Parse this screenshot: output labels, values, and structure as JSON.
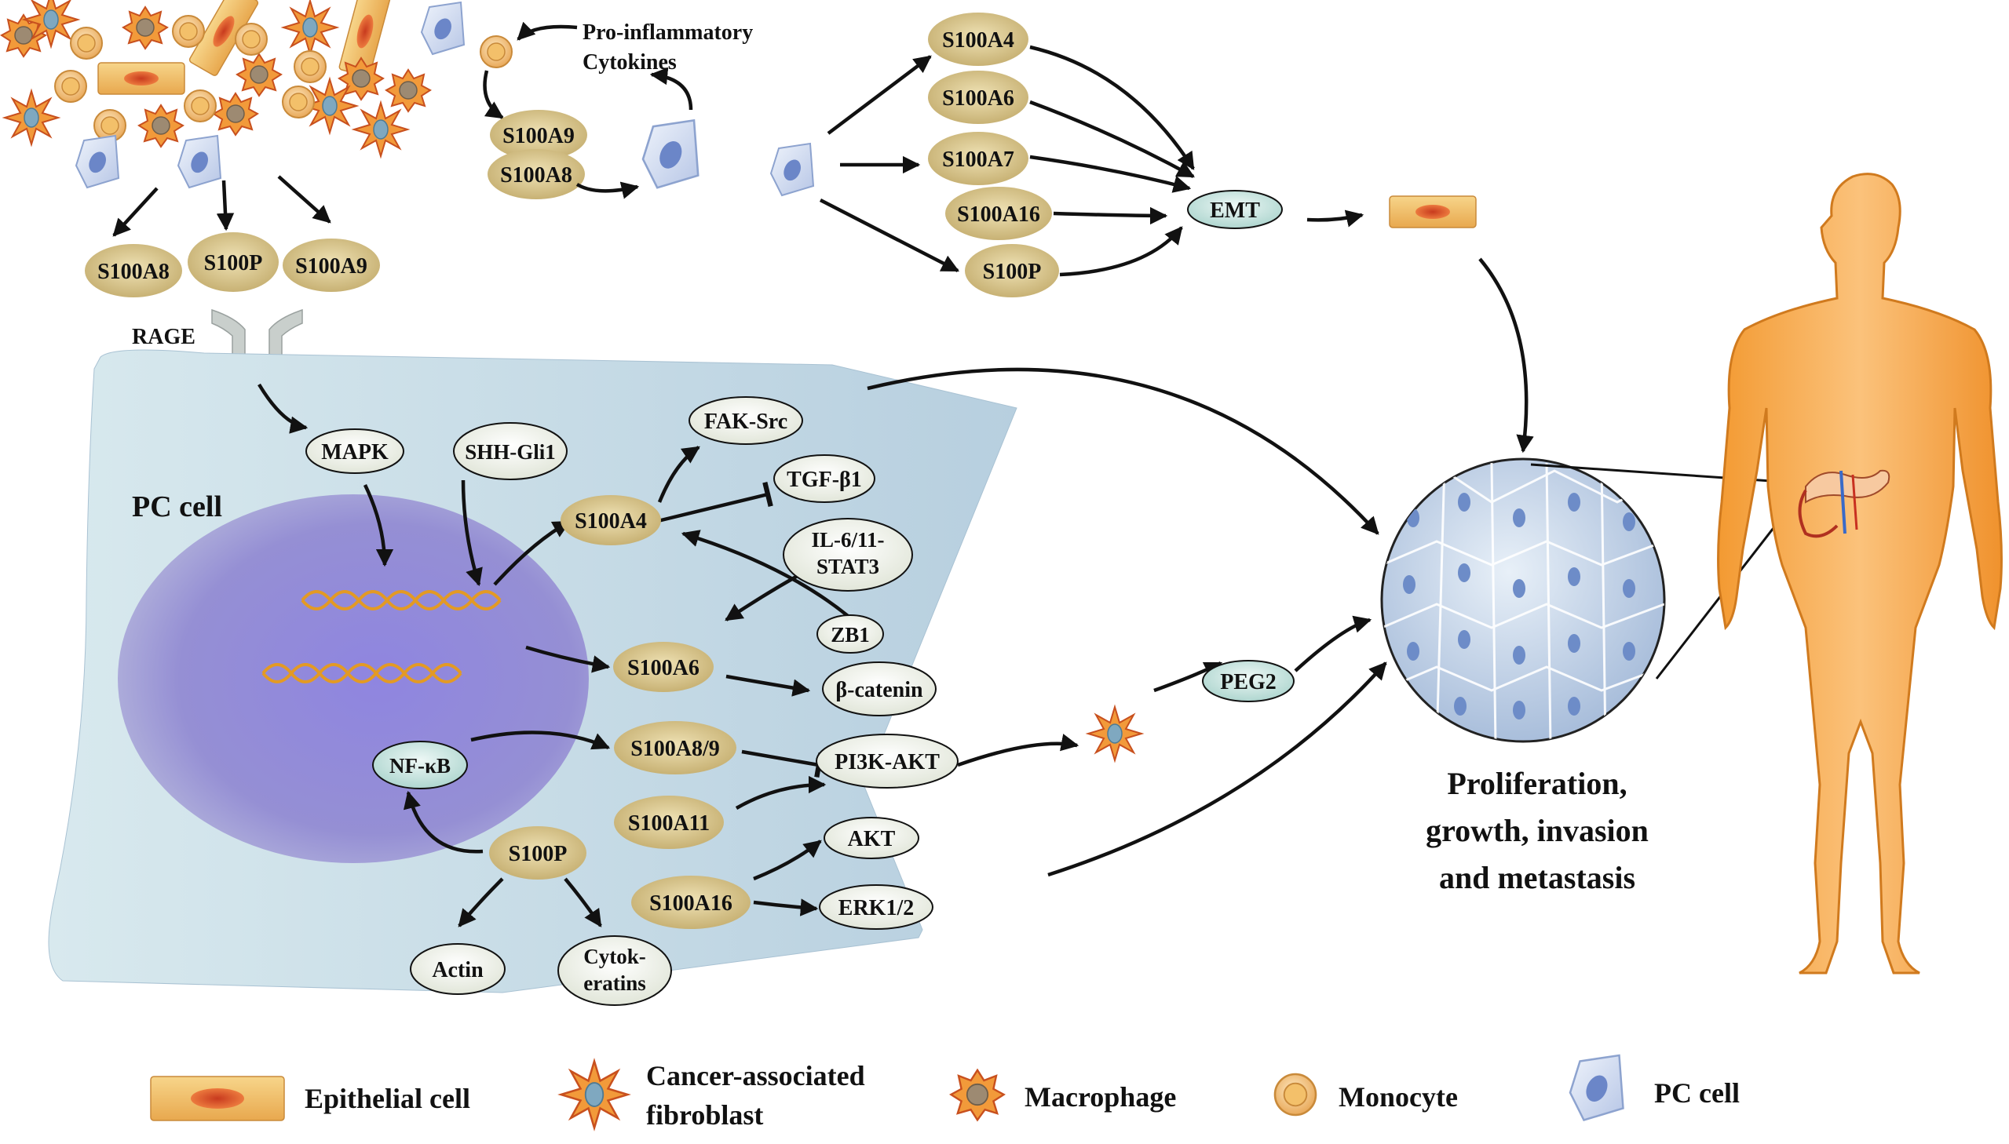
{
  "top_left_outputs": [
    "S100A8",
    "S100P",
    "S100A9"
  ],
  "receptor_label": "RAGE",
  "cytokines_label": [
    "Pro-inflammatory",
    "Cytokines"
  ],
  "monocyte_loop": [
    "S100A9",
    "S100A8"
  ],
  "emt_inputs": [
    "S100A4",
    "S100A6",
    "S100A7",
    "S100A16",
    "S100P"
  ],
  "emt_label": "EMT",
  "cell_title": "PC cell",
  "nodes": {
    "mapk": "MAPK",
    "shh": "SHH-Gli1",
    "fak": "FAK-Src",
    "tgf": "TGF-β1",
    "il6": [
      "IL-6/11-",
      "STAT3"
    ],
    "zb1": "ZB1",
    "bcat": "β-catenin",
    "pi3k": "PI3K-AKT",
    "akt": "AKT",
    "erk": "ERK1/2",
    "nfkb": "NF-κB",
    "actin": "Actin",
    "cyto": [
      "Cytok-",
      "eratins"
    ],
    "peg2": "PEG2"
  },
  "proteins": {
    "s100a4": "S100A4",
    "s100a6": "S100A6",
    "s100a89": "S100A8/9",
    "s100a11": "S100A11",
    "s100a16": "S100A16",
    "s100p": "S100P"
  },
  "outcome": [
    "Proliferation,",
    "growth, invasion",
    "and metastasis"
  ],
  "legend": [
    {
      "label": "Epithelial cell",
      "icon": "epithelial-cell-icon"
    },
    {
      "label": [
        "Cancer-associated",
        "fibroblast"
      ],
      "icon": "fibroblast-icon"
    },
    {
      "label": "Macrophage",
      "icon": "macrophage-icon"
    },
    {
      "label": "Monocyte",
      "icon": "monocyte-icon"
    },
    {
      "label": "PC cell",
      "icon": "pc-cell-icon"
    }
  ],
  "colors": {
    "protein_fill": "#d4bf85",
    "node_fill": "#f2f4ee",
    "emt_fill": "#cfe7e3",
    "cell_bg": "#c9dbe6",
    "nucleus": "#8c86d6",
    "body": "#f5a94a"
  }
}
